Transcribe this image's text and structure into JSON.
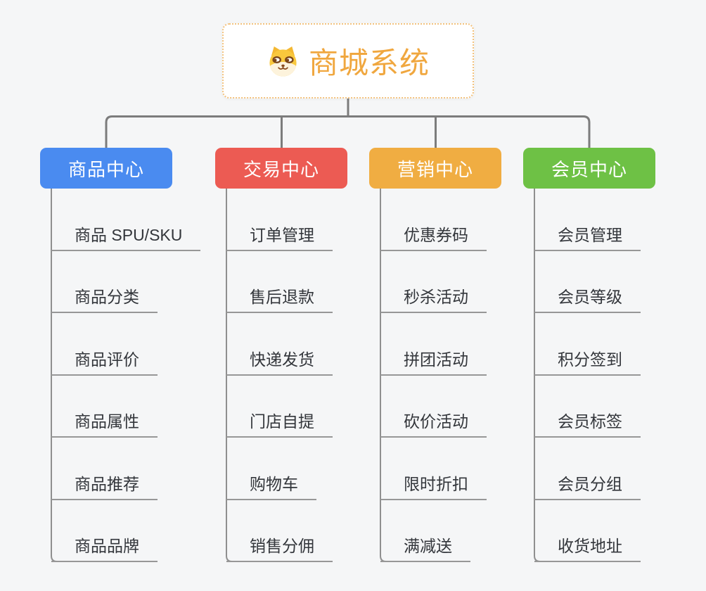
{
  "root": {
    "title": "商城系统",
    "title_color": "#F0A73F",
    "border_color": "#F3C27E",
    "icon": "dog-face-icon"
  },
  "branches": [
    {
      "label": "商品中心",
      "color": "#4A8BF0",
      "items": [
        "商品 SPU/SKU",
        "商品分类",
        "商品评价",
        "商品属性",
        "商品推荐",
        "商品品牌"
      ]
    },
    {
      "label": "交易中心",
      "color": "#EC5B53",
      "items": [
        "订单管理",
        "售后退款",
        "快递发货",
        "门店自提",
        "购物车",
        "销售分佣"
      ]
    },
    {
      "label": "营销中心",
      "color": "#F0AD42",
      "items": [
        "优惠券码",
        "秒杀活动",
        "拼团活动",
        "砍价活动",
        "限时折扣",
        "满减送"
      ]
    },
    {
      "label": "会员中心",
      "color": "#6EC145",
      "items": [
        "会员管理",
        "会员等级",
        "积分签到",
        "会员标签",
        "会员分组",
        "收货地址"
      ]
    }
  ],
  "connector_colors": {
    "bracket": "#7C7C7C",
    "trunk": "#8F8F8F"
  }
}
